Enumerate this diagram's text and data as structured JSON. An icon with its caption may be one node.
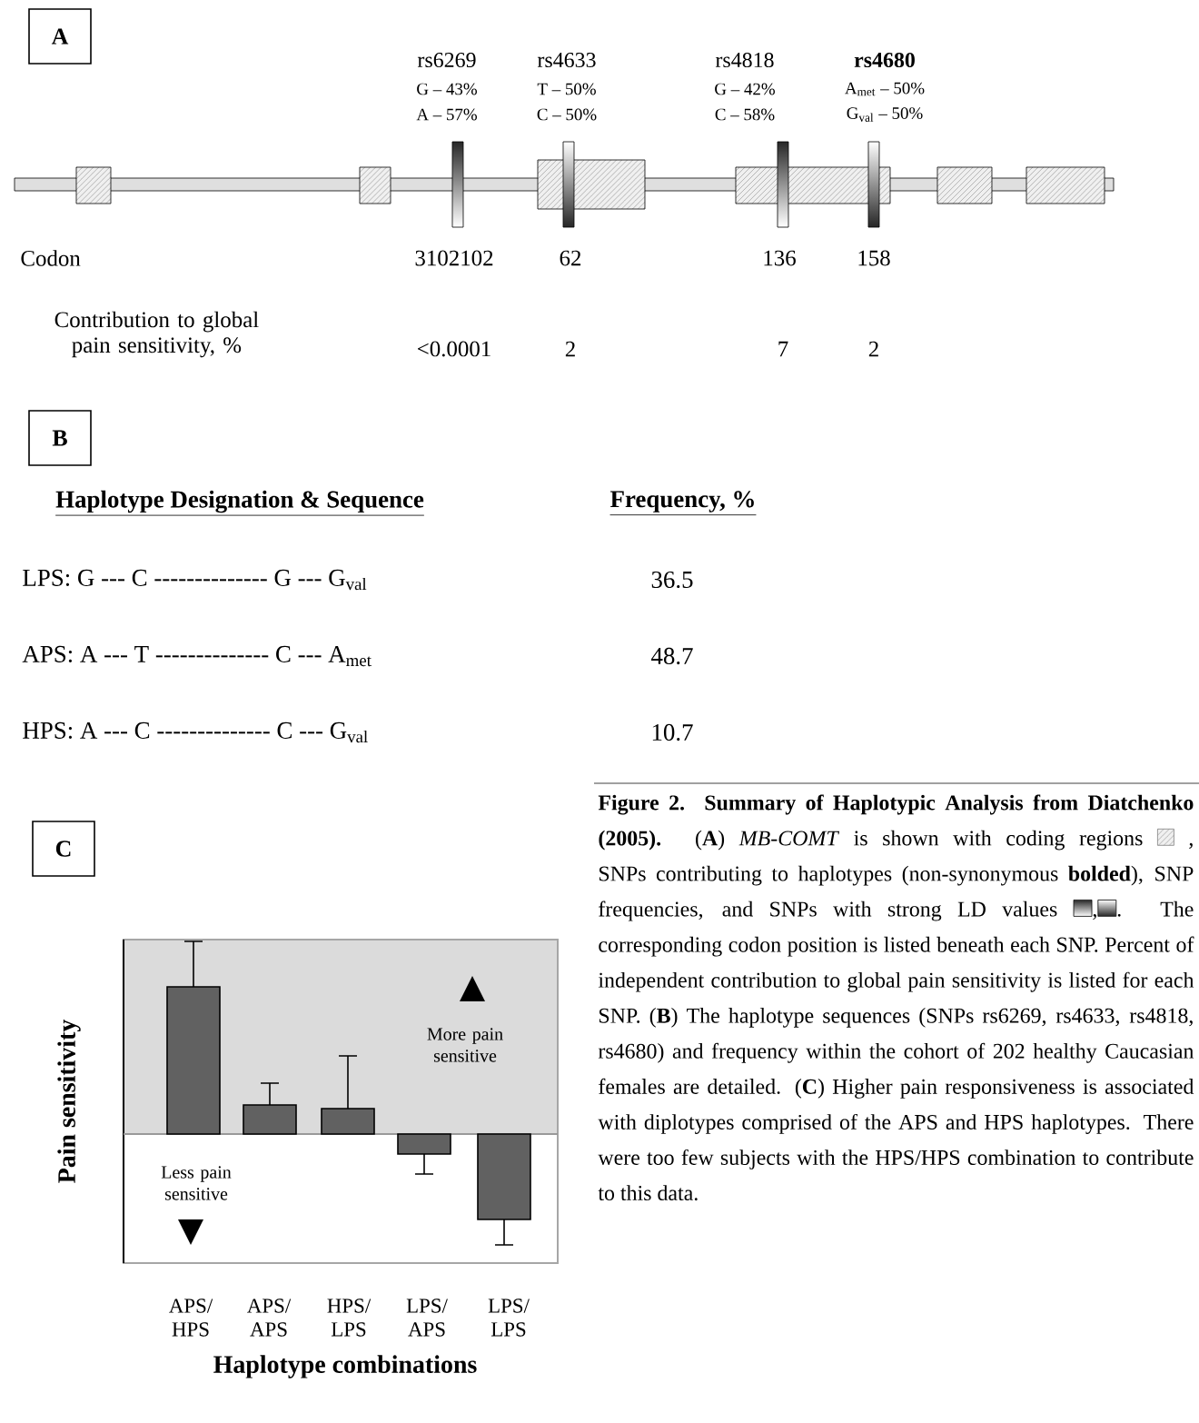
{
  "diagram": {
    "nodes": [
      {
        "text": [
          "A"
        ]
      },
      {
        "text": [
          "B"
        ]
      },
      {
        "text": [
          "C"
        ]
      }
    ],
    "labels": [
      "rs6269",
      "G – 43%",
      "A – 57%",
      "rs4633",
      "T – 50%",
      "C – 50%",
      "rs4818",
      "G – 42%",
      "C – 58%",
      "rs4680",
      "A$_{met}$ – 50%",
      "G$_{val}$ – 50%",
      "Codon",
      "3102102",
      "62",
      "136",
      "158",
      "Contribution to global pain sensitivity, %",
      "<0.0001",
      "2",
      "7",
      "2",
      "Haplotype Designation & Sequence",
      "Frequency, %",
      "LPS:  G --- C -------------- G --- G$_{val}$",
      "36.5",
      "APS:  A --- T -------------- C --- A$_{met}$",
      "48.7",
      "HPS:  A --- C -------------- C --- G$_{val}$",
      "10.7",
      "More pain sensitive",
      "Less pain sensitive",
      "APS/ HPS",
      "APS/ APS",
      "HPS/ LPS",
      "LPS/ APS",
      "LPS/ LPS",
      "Pain sensitivity",
      "Haplotype combinations",
      "**Figure 2. Summary of Haplotypic Analysis from Diatchenko (2005).** (**A**) *MB-COMT* is shown with coding regions",
      ", SNPs contributing to haplotypes (non-synonymous **bolded**), SNP frequencies, and SNPs with strong LD values",
      ",",
      ". The corresponding codon position is listed beneath each SNP. Percent of independent contribution to global pain sensitivity is listed for each SNP. (**B**) The haplotype sequences (SNPs rs6269, rs4633, rs4818, rs4680) and frequency within the cohort of 202 healthy Caucasian females are detailed. (**C**) Higher pain responsiveness is associated with diplotypes comprised of the APS and HPS haplotypes. There were too few subjects with the HPS/HPS combination to contribute to this data."
    ]
  }
}
